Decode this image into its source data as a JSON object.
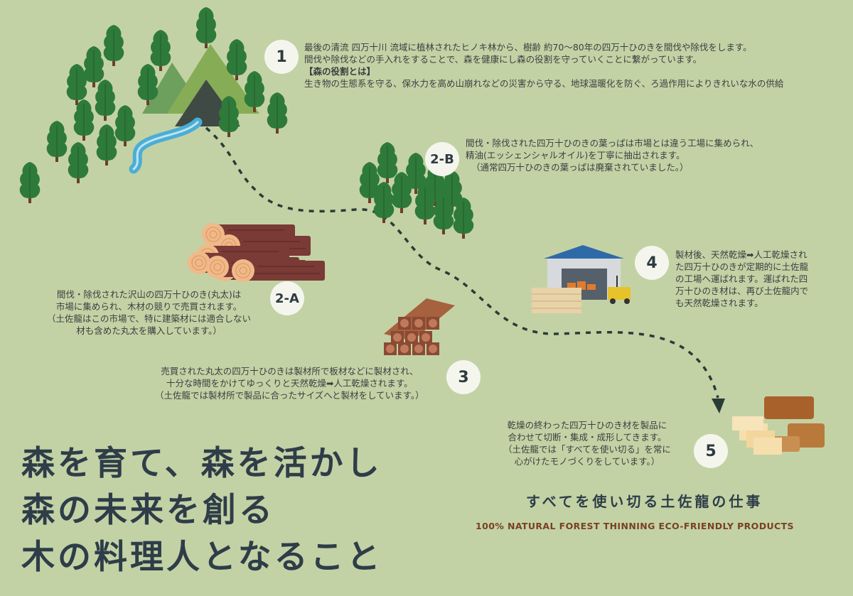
{
  "steps": {
    "s1": {
      "badge": "1",
      "lines": [
        "最後の清流 四万十川 流域に植林されたヒノキ林から、樹齢 約70〜80年の四万十ひのきを間伐や除伐をします。",
        "間伐や除伐などの手入れをすることで、森を健康にし森の役割を守っていくことに繋がっています。",
        "【森の役割とは】",
        "生き物の生態系を守る、保水力を高め山崩れなどの災害から守る、地球温暖化を防ぐ、ろ過作用によりきれいな水の供給"
      ]
    },
    "s2b": {
      "badge": "2-B",
      "lines": [
        "間伐・除伐された四万十ひのきの葉っぱは市場とは違う工場に集められ、",
        "精油(エッシェンシャルオイル)を丁寧に抽出されます。",
        "（通常四万十ひのきの葉っぱは廃棄されていました。）"
      ]
    },
    "s2a": {
      "badge": "2-A",
      "lines": [
        "間伐・除伐された沢山の四万十ひのき(丸太)は",
        "市場に集められ、木材の競りで売買されます。",
        "（土佐龍はこの市場で、特に建築材には適合しない",
        "材も含めた丸太を購入しています。）"
      ]
    },
    "s3": {
      "badge": "3",
      "lines": [
        "売買された丸太の四万十ひのきは製材所で板材などに製材され、",
        "十分な時間をかけてゆっくりと天然乾燥➡人工乾燥されます。",
        "（土佐龍では製材所で製品に合ったサイズへと製材をしています。）"
      ]
    },
    "s4": {
      "badge": "4",
      "lines": [
        "製材後、天然乾燥➡人工乾燥され",
        "た四万十ひのきが定期的に土佐龍",
        "の工場へ運ばれます。運ばれた四",
        "万十ひのき材は、再び土佐龍内で",
        "も天然乾燥されます。"
      ]
    },
    "s5": {
      "badge": "5",
      "lines": [
        "乾燥の終わった四万十ひのき材を製品に",
        "合わせて切断・集成・成形してきます。",
        "（土佐龍では「すべてを使い切る」を常に",
        "心がけたモノづくりをしています。）"
      ]
    }
  },
  "headline": [
    "森を育て、森を活かし",
    "森の未来を創る",
    "木の料理人となること"
  ],
  "tagline": "すべてを使い切る土佐龍の仕事",
  "subtagline": "100% NATURAL FOREST THINNING ECO-FRIENDLY PRODUCTS",
  "icons": [
    "mountain-forest-icon",
    "river-icon",
    "tree-cluster-icon",
    "log-pile-icon",
    "lumber-stack-icon",
    "warehouse-forklift-icon",
    "wood-products-icon",
    "dashed-path-arrow-icon"
  ],
  "colors": {
    "background": "#c3d2a5",
    "tree": "#2e7a3a",
    "trunk": "#6d3f2a",
    "river": "#4aaed6",
    "path": "#2a3c36",
    "headline": "#2e3d48",
    "accent_brown": "#7a4023"
  }
}
